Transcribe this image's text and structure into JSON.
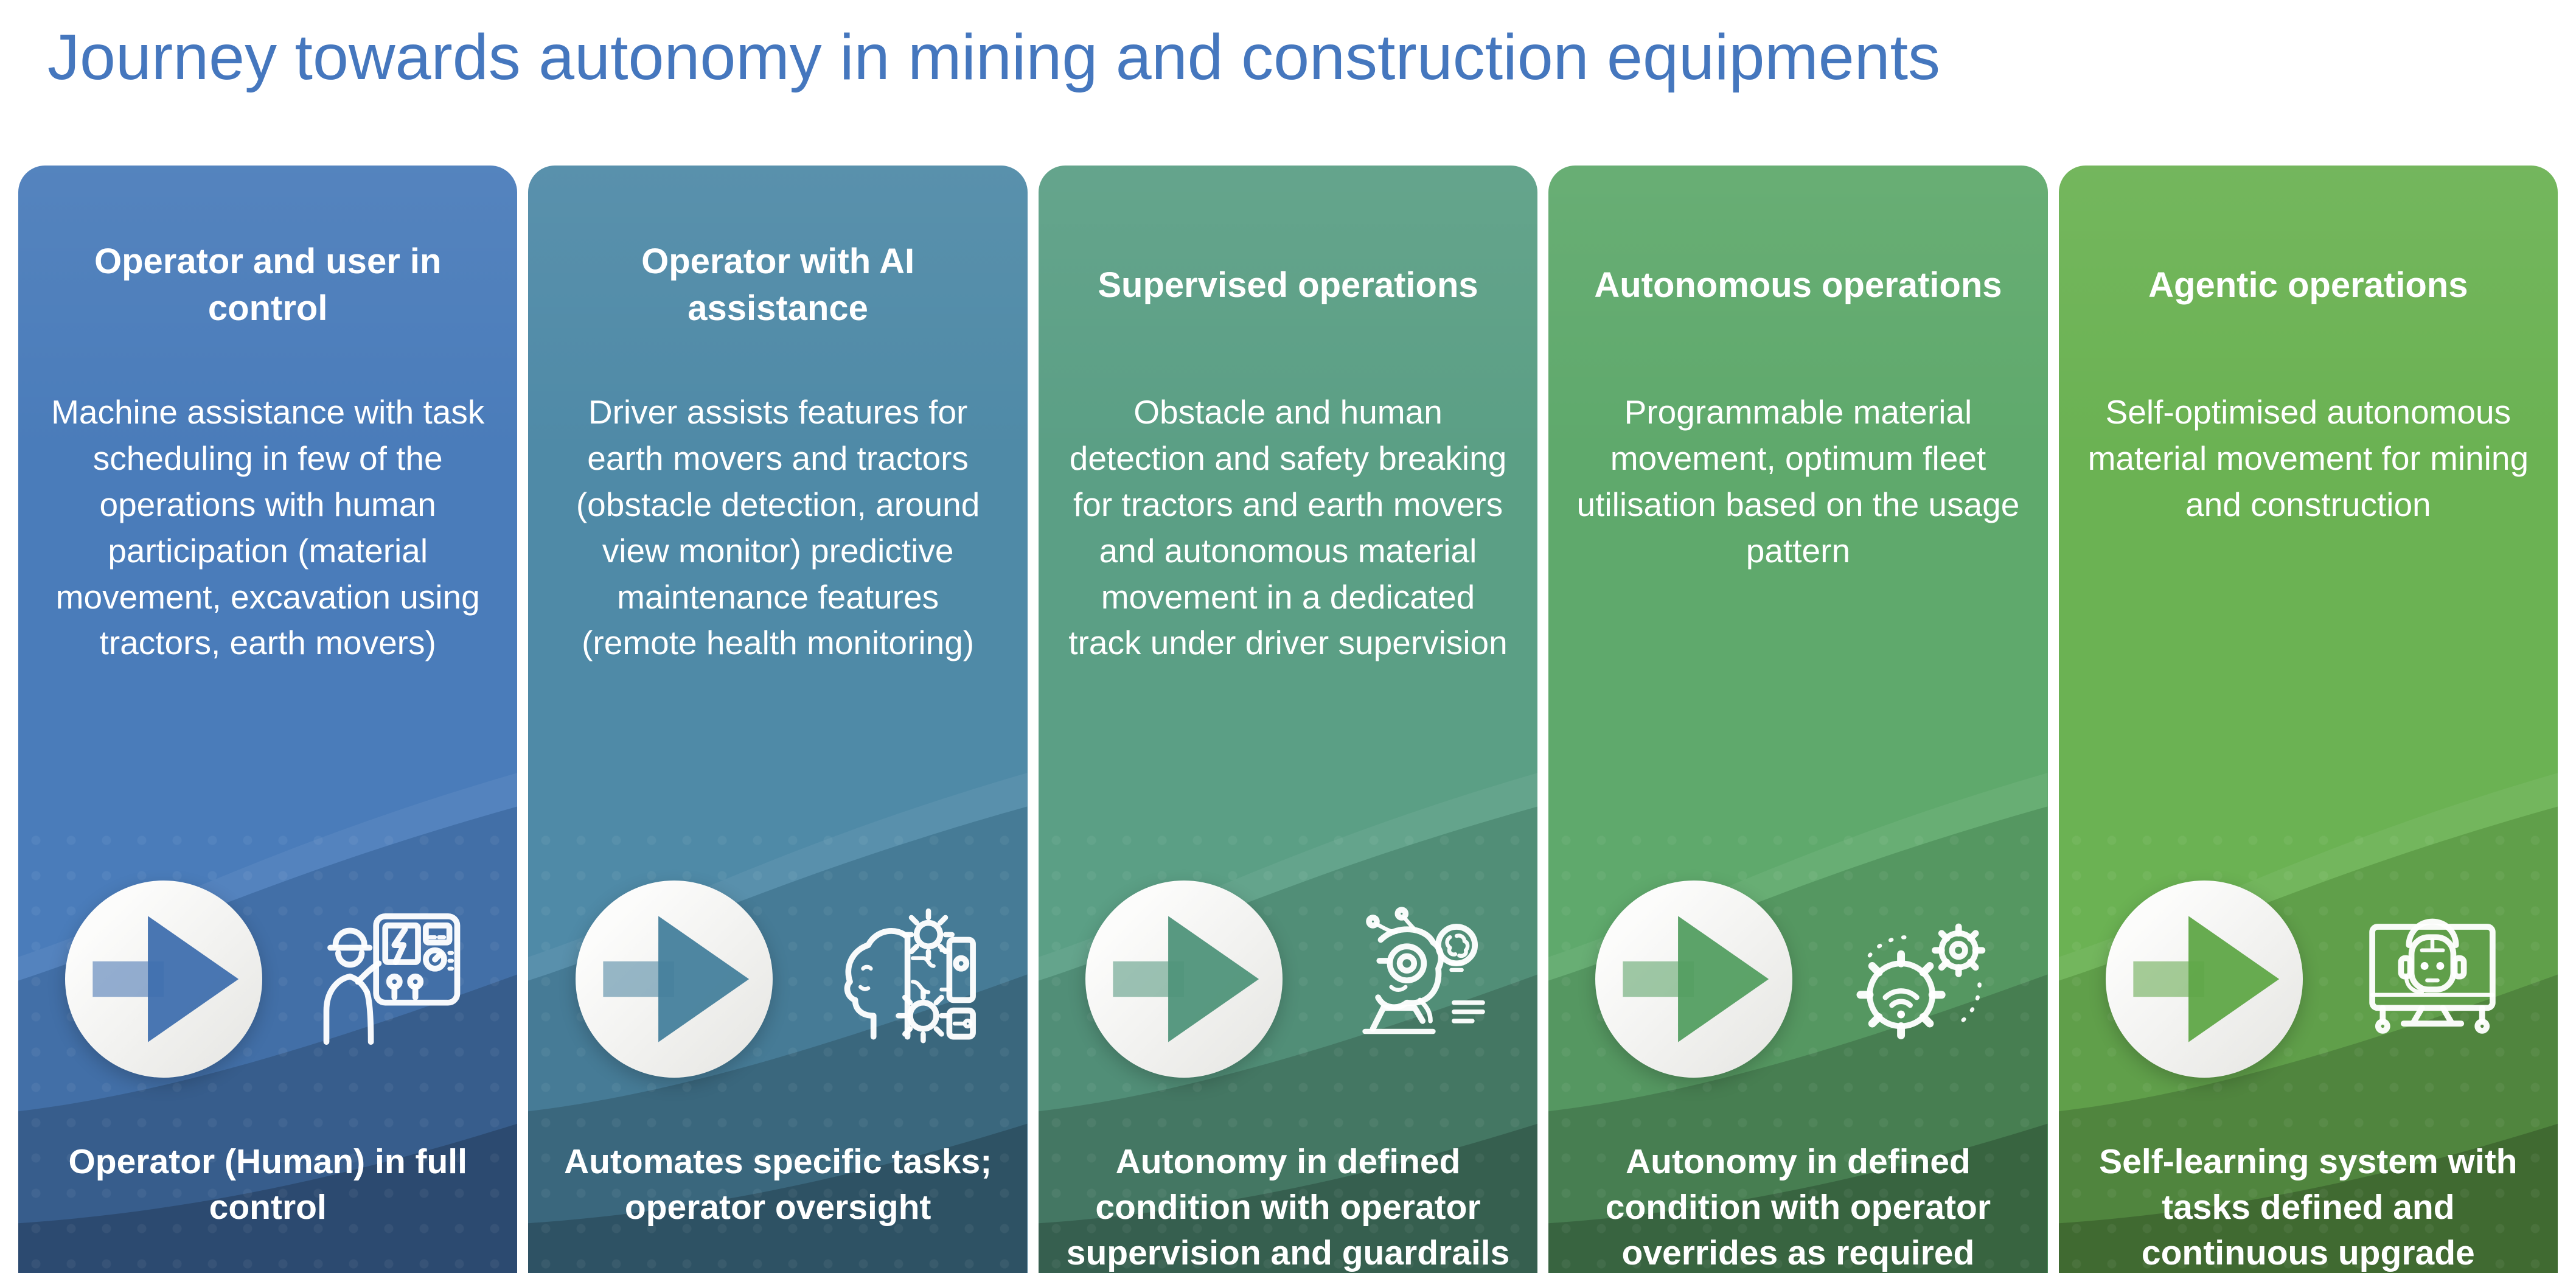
{
  "page": {
    "title": "Journey towards autonomy in mining and construction equipments",
    "title_color": "#4577BE",
    "background_color": "#FFFFFF"
  },
  "columns": [
    {
      "heading": "Operator and user in control",
      "description": "Machine assistance with task scheduling in few of the operations with human participation (material movement, excavation using tractors, earth movers)",
      "caption": "Operator (Human) in full control",
      "base_color": "#4A7CBA",
      "arrow_color": "#3F6FAE",
      "arrow_icon": "arrow-right-icon",
      "side_icon": "worker-control-panel-icon"
    },
    {
      "heading": "Operator with AI assistance",
      "description": "Driver assists features for earth movers and tractors (obstacle detection, around view monitor) predictive maintenance features (remote health monitoring)",
      "caption": "Automates specific tasks; operator oversight",
      "base_color": "#4F8AA7",
      "arrow_color": "#457F9C",
      "arrow_icon": "arrow-right-icon",
      "side_icon": "human-ai-gears-icon"
    },
    {
      "heading": "Supervised operations",
      "description": "Obstacle and human detection and safety breaking for tractors and earth movers and autonomous material movement in a dedicated track under driver supervision",
      "caption": "Autonomy in defined condition with operator supervision and guardrails",
      "base_color": "#5B9F85",
      "arrow_color": "#4F947A",
      "arrow_icon": "arrow-right-icon",
      "side_icon": "robot-brain-laptop-icon"
    },
    {
      "heading": "Autonomous operations",
      "description": "Programmable material movement, optimum fleet utilisation based on the usage pattern",
      "caption": "Autonomy in defined condition with operator overrides as required",
      "base_color": "#5FA96C",
      "arrow_color": "#539E61",
      "arrow_icon": "arrow-right-icon",
      "side_icon": "gears-wifi-icon"
    },
    {
      "heading": "Agentic operations",
      "description": "Self-optimised autonomous material movement for mining and construction",
      "caption": "Self-learning system with tasks defined and continuous upgrade",
      "base_color": "#6BB253",
      "arrow_color": "#5FA647",
      "arrow_icon": "arrow-right-icon",
      "side_icon": "ai-robot-monitor-icon"
    }
  ]
}
